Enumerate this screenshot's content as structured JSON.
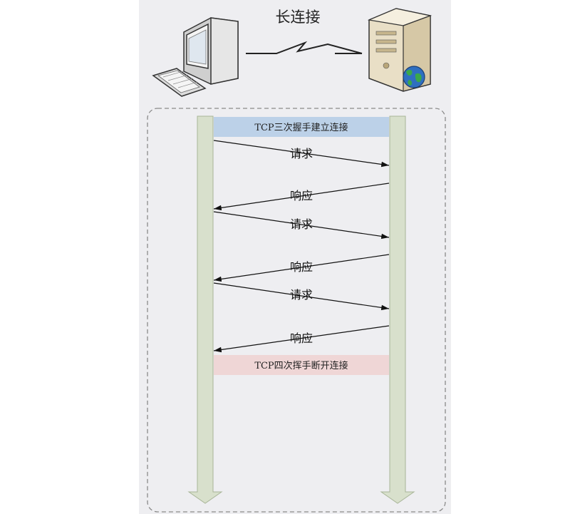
{
  "title": "长连接",
  "handshake_open": "TCP三次握手建立连接",
  "handshake_close": "TCP四次挥手断开连接",
  "messages": [
    {
      "label": "请求",
      "direction": "client-to-server"
    },
    {
      "label": "响应",
      "direction": "server-to-client"
    },
    {
      "label": "请求",
      "direction": "client-to-server"
    },
    {
      "label": "响应",
      "direction": "server-to-client"
    },
    {
      "label": "请求",
      "direction": "client-to-server"
    },
    {
      "label": "响应",
      "direction": "server-to-client"
    }
  ],
  "colors": {
    "panel": "#eeeef1",
    "lifeline_fill": "#d8e0cc",
    "lifeline_stroke": "#a8b598",
    "open_band": "#bcd1e8",
    "close_band": "#efd6d6",
    "frame": "#8a8a8a"
  }
}
